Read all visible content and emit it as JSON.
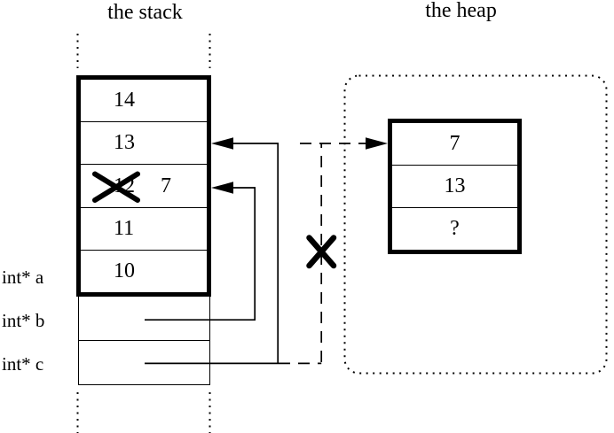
{
  "titles": {
    "stack": "the stack",
    "heap": "the heap"
  },
  "colors": {
    "ink": "#000000",
    "background": "#ffffff"
  },
  "stack": {
    "cells": [
      {
        "value": "14"
      },
      {
        "value": "13"
      },
      {
        "old_value": "12",
        "crossed_out": true,
        "new_value": "7"
      },
      {
        "value": "11"
      },
      {
        "value": "10"
      }
    ],
    "labels": [
      {
        "text": "int* a"
      },
      {
        "text": "int* b"
      },
      {
        "text": "int* c"
      }
    ]
  },
  "heap": {
    "cells": [
      {
        "value": "7"
      },
      {
        "value": "13"
      },
      {
        "value": "?"
      }
    ]
  },
  "pointers": [
    {
      "name": "b",
      "style": "solid",
      "points_to": "stack cell with crossed-out 12 (now 7)"
    },
    {
      "name": "c",
      "style": "solid",
      "points_to": "stack cell 13"
    },
    {
      "name": "c-old",
      "style": "dashed",
      "crossed_out": true,
      "points_to": "heap cell 7"
    }
  ]
}
